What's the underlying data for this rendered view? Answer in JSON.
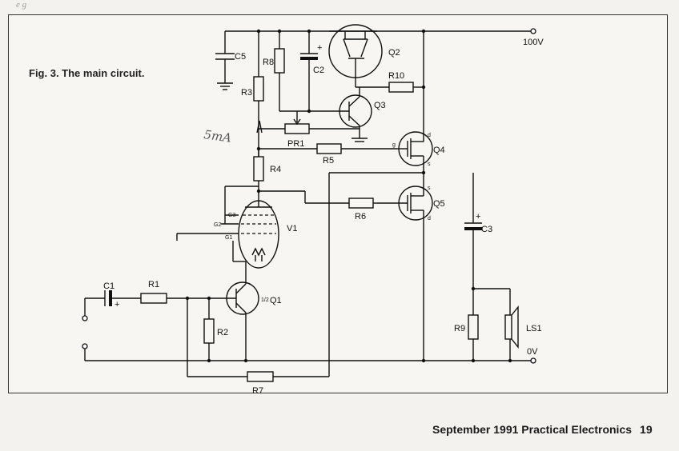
{
  "top_text": "e g",
  "figure": {
    "caption": "Fig. 3. The main circuit.",
    "annotation": "5mA",
    "rail_labels": {
      "supply": "100V",
      "ground": "0V"
    },
    "components": {
      "C1": "C1",
      "C2": "C2",
      "C3": "C3",
      "C5": "C5",
      "R1": "R1",
      "R2": "R2",
      "R3": "R3",
      "R4": "R4",
      "R5": "R5",
      "R6": "R6",
      "R7": "R7",
      "R8": "R8",
      "R9": "R9",
      "R10": "R10",
      "PR1": "PR1",
      "Q1": "Q1",
      "Q1_prefix": "1/2",
      "Q2": "Q2",
      "Q3": "Q3",
      "Q4": "Q4",
      "Q5": "Q5",
      "V1": "V1",
      "LS1": "LS1"
    },
    "pins": {
      "G1": "G1",
      "G2": "G2",
      "G3": "G3",
      "d": "d",
      "s": "s",
      "g": "g",
      "plus": "+"
    }
  },
  "footer": {
    "text": "September 1991 Practical Electronics",
    "page_number": "19"
  }
}
